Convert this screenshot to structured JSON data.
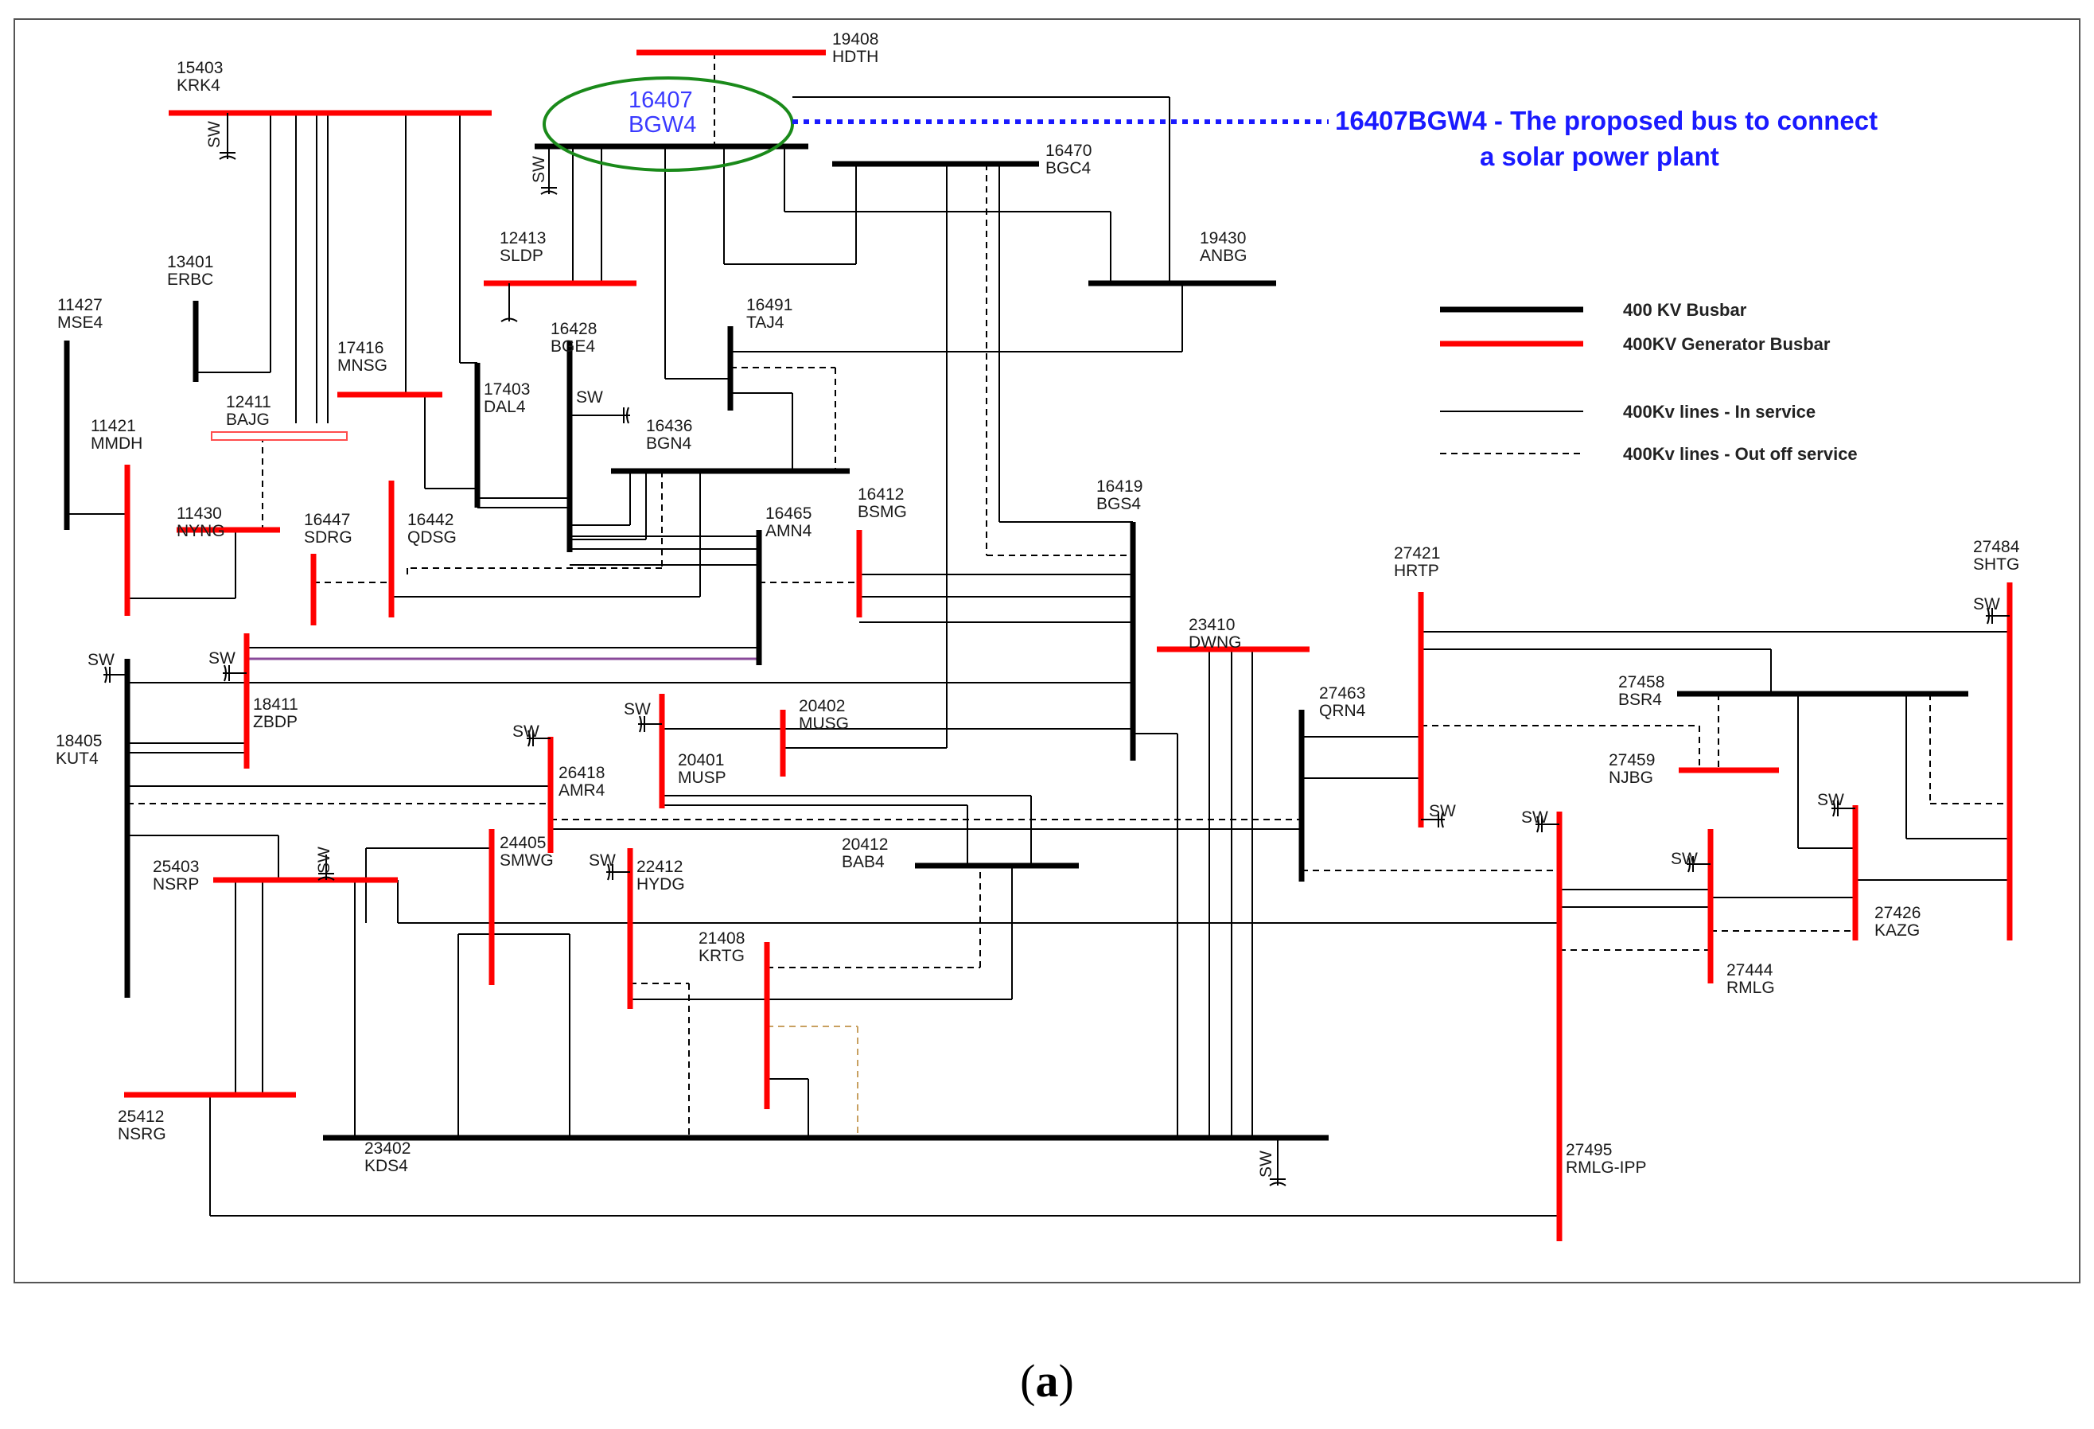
{
  "colors": {
    "busbar": "#000000",
    "generator_busbar": "#ff0000",
    "highlight_ellipse": "#1a8a1a",
    "annotation": "#1a1aff",
    "line_in_service": "#000000",
    "line_out_of_service": "#000000",
    "purple_line": "#8a4a9a",
    "dashed_gold_line": "#c8a060"
  },
  "annotation": {
    "line1": "16407BGW4 - The proposed bus to connect",
    "line2": "a solar power plant"
  },
  "highlight": {
    "number": "16407",
    "name": "BGW4"
  },
  "legend": {
    "busbar": "400 KV Busbar",
    "generator_busbar": "400KV Generator Busbar",
    "in_service": "400Kv lines - In service",
    "out_of_service": "400Kv lines  - Out off service"
  },
  "switch_label": "SW",
  "caption": {
    "open": "(",
    "letter": "a",
    "close": ")"
  },
  "buses": [
    {
      "number": "19408",
      "name": "HDTH",
      "type": "generator"
    },
    {
      "number": "15403",
      "name": "KRK4",
      "type": "generator"
    },
    {
      "number": "16407",
      "name": "BGW4",
      "type": "busbar"
    },
    {
      "number": "16470",
      "name": "BGC4",
      "type": "busbar"
    },
    {
      "number": "12413",
      "name": "SLDP",
      "type": "generator"
    },
    {
      "number": "19430",
      "name": "ANBG",
      "type": "busbar"
    },
    {
      "number": "13401",
      "name": "ERBC",
      "type": "busbar"
    },
    {
      "number": "11427",
      "name": "MSE4",
      "type": "busbar"
    },
    {
      "number": "16428",
      "name": "BGE4",
      "type": "busbar"
    },
    {
      "number": "16491",
      "name": "TAJ4",
      "type": "busbar"
    },
    {
      "number": "17416",
      "name": "MNSG",
      "type": "generator"
    },
    {
      "number": "17403",
      "name": "DAL4",
      "type": "busbar"
    },
    {
      "number": "12411",
      "name": "BAJG",
      "type": "generator"
    },
    {
      "number": "16436",
      "name": "BGN4",
      "type": "busbar"
    },
    {
      "number": "11421",
      "name": "MMDH",
      "type": "generator"
    },
    {
      "number": "11430",
      "name": "NYNG",
      "type": "generator"
    },
    {
      "number": "16447",
      "name": "SDRG",
      "type": "generator"
    },
    {
      "number": "16442",
      "name": "QDSG",
      "type": "generator"
    },
    {
      "number": "16465",
      "name": "AMN4",
      "type": "busbar"
    },
    {
      "number": "16412",
      "name": "BSMG",
      "type": "generator"
    },
    {
      "number": "16419",
      "name": "BGS4",
      "type": "busbar"
    },
    {
      "number": "27421",
      "name": "HRTP",
      "type": "generator"
    },
    {
      "number": "27484",
      "name": "SHTG",
      "type": "generator"
    },
    {
      "number": "23410",
      "name": "DWNG",
      "type": "generator"
    },
    {
      "number": "27458",
      "name": "BSR4",
      "type": "busbar"
    },
    {
      "number": "18411",
      "name": "ZBDP",
      "type": "generator"
    },
    {
      "number": "20402",
      "name": "MUSG",
      "type": "generator"
    },
    {
      "number": "27463",
      "name": "QRN4",
      "type": "busbar"
    },
    {
      "number": "18405",
      "name": "KUT4",
      "type": "busbar"
    },
    {
      "number": "20401",
      "name": "MUSP",
      "type": "generator"
    },
    {
      "number": "27459",
      "name": "NJBG",
      "type": "generator"
    },
    {
      "number": "26418",
      "name": "AMR4",
      "type": "generator"
    },
    {
      "number": "20412",
      "name": "BAB4",
      "type": "busbar"
    },
    {
      "number": "25403",
      "name": "NSRP",
      "type": "generator"
    },
    {
      "number": "24405",
      "name": "SMWG",
      "type": "generator"
    },
    {
      "number": "22412",
      "name": "HYDG",
      "type": "generator"
    },
    {
      "number": "27426",
      "name": "KAZG",
      "type": "generator"
    },
    {
      "number": "27444",
      "name": "RMLG",
      "type": "generator"
    },
    {
      "number": "21408",
      "name": "KRTG",
      "type": "generator"
    },
    {
      "number": "25412",
      "name": "NSRG",
      "type": "generator"
    },
    {
      "number": "23402",
      "name": "KDS4",
      "type": "busbar"
    },
    {
      "number": "27495",
      "name": "RMLG-IPP",
      "type": "generator"
    }
  ]
}
